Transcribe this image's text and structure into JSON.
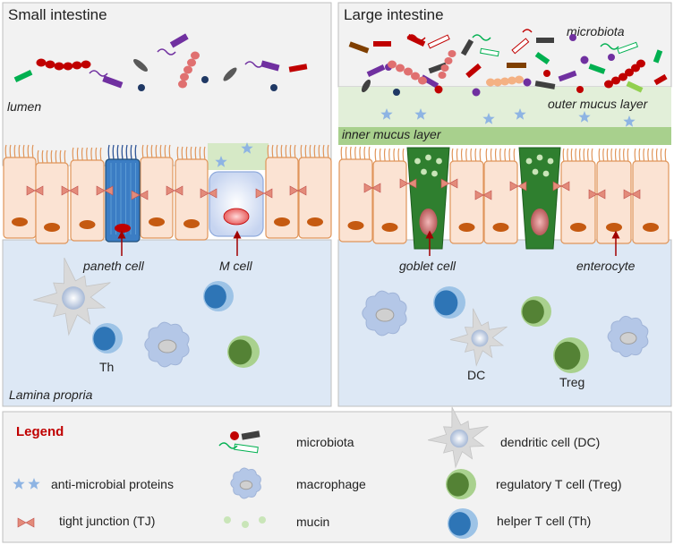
{
  "panels": {
    "small_intestine": {
      "title": "Small intestine",
      "lumen_label": "lumen",
      "paneth_label": "paneth cell",
      "m_cell_label": "M cell",
      "th_label": "Th",
      "lamina_label": "Lamina propria"
    },
    "large_intestine": {
      "title": "Large intestine",
      "microbiota_label": "microbiota",
      "outer_mucus_label": "outer mucus layer",
      "inner_mucus_label": "inner mucus layer",
      "goblet_label": "goblet cell",
      "enterocyte_label": "enterocyte",
      "dc_label": "DC",
      "treg_label": "Treg"
    }
  },
  "legend": {
    "title": "Legend",
    "items": [
      {
        "icon": "star-icon",
        "label": "anti-microbial proteins"
      },
      {
        "icon": "tight-junction-icon",
        "label": "tight junction (TJ)"
      },
      {
        "icon": "microbiota-icon",
        "label": "microbiota"
      },
      {
        "icon": "macrophage-icon",
        "label": "macrophage"
      },
      {
        "icon": "mucin-icon",
        "label": "mucin"
      },
      {
        "icon": "dendritic-cell-icon",
        "label": "dendritic cell (DC)"
      },
      {
        "icon": "treg-icon",
        "label": "regulatory T cell (Treg)"
      },
      {
        "icon": "th-icon",
        "label": "helper T cell (Th)"
      }
    ]
  },
  "colors": {
    "lumen_bg": "#f2f2f2",
    "lamina_bg": "#dde8f5",
    "epithelial_fill": "#fbe3d3",
    "epithelial_stroke": "#e0955a",
    "nucleus": "#c55a11",
    "paneth_fill": "#3b7dc4",
    "goblet_fill": "#2f7f2f",
    "mucus_inner": "#a8d08d",
    "mucus_outer": "#e2efd9",
    "tight_junction": "#e38b7a",
    "arrow": "#a00000",
    "star": "#8eb4e3",
    "microbe_red": "#c00000",
    "microbe_purple": "#7030a0",
    "microbe_green": "#00b050",
    "treg_outer": "#a9d18e",
    "treg_inner": "#548235",
    "th_outer": "#9dc3e6",
    "th_inner": "#2e75b6"
  }
}
